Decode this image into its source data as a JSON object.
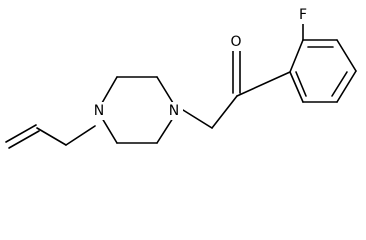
{
  "structure": {
    "atoms": {
      "oxygen": "O",
      "fluorine": "F",
      "piperazine_n1": "N",
      "piperazine_n4": "N"
    },
    "colors": {
      "bond": "#000000",
      "label": "#000000",
      "background": "#ffffff"
    }
  }
}
